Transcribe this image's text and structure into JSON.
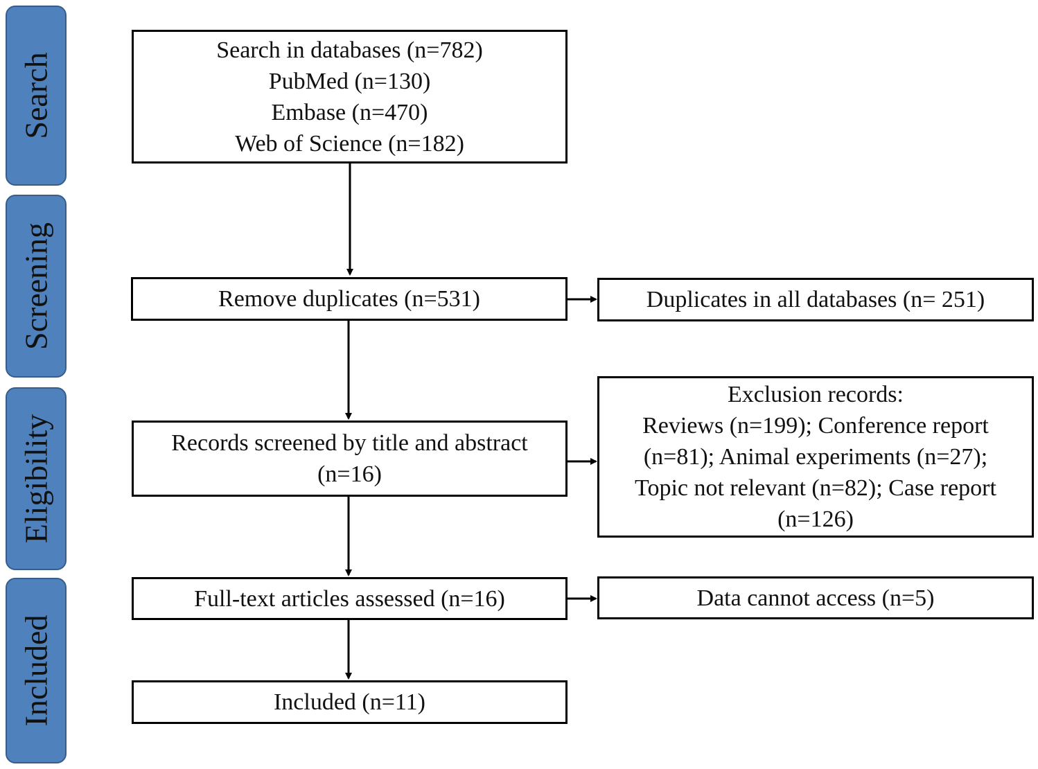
{
  "stages": [
    "Search",
    "Screening",
    "Eligibility",
    "Included"
  ],
  "boxes": {
    "search_lines": [
      "Search in databases (n=782)",
      "PubMed (n=130)",
      "Embase (n=470)",
      "Web of Science (n=182)"
    ],
    "remove_duplicates": "Remove duplicates (n=531)",
    "duplicates_all": "Duplicates in all databases (n= 251)",
    "records_screened_lines": [
      "Records screened by title and abstract",
      "(n=16)"
    ],
    "exclusion_lines": [
      "Exclusion records:",
      "Reviews (n=199); Conference report",
      "(n=81); Animal experiments (n=27);",
      "Topic not relevant (n=82); Case report",
      "(n=126)"
    ],
    "fulltext": "Full-text articles assessed (n=16)",
    "data_cannot_access": "Data cannot access (n=5)",
    "included": "Included (n=11)"
  },
  "colors": {
    "stage_fill": "#4f81bd",
    "stage_border": "#385d8a",
    "box_border": "#000000"
  }
}
